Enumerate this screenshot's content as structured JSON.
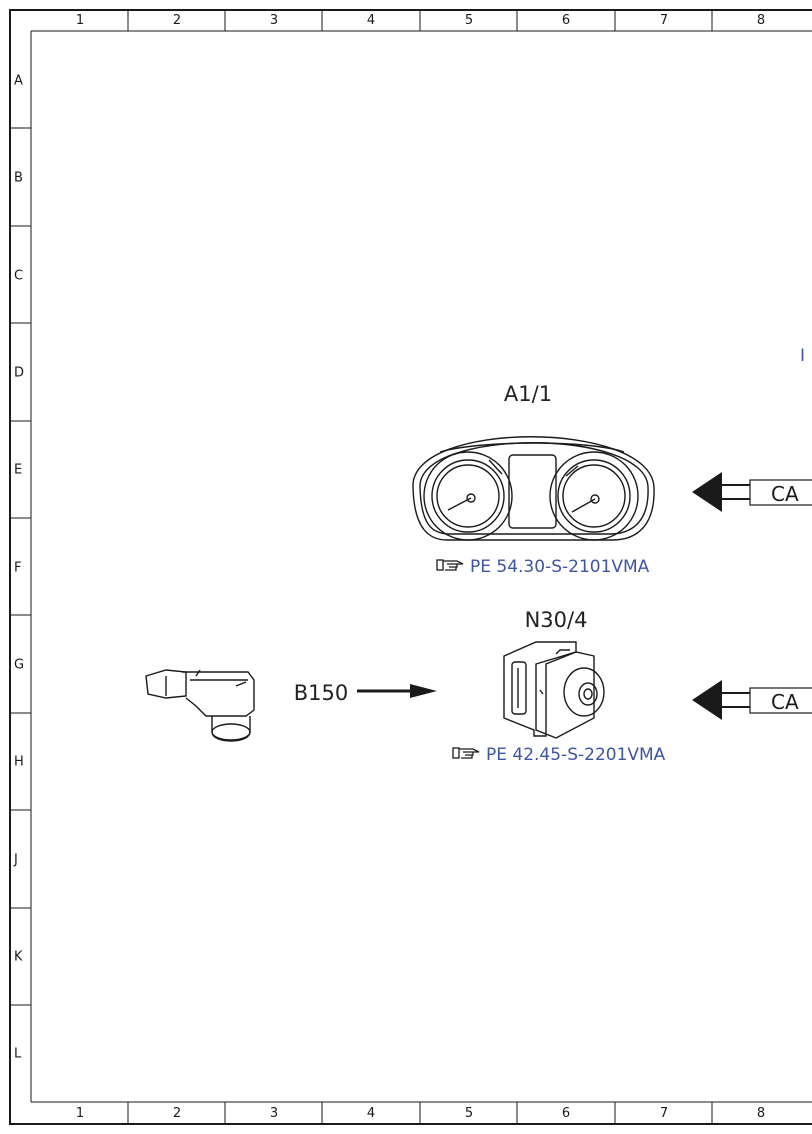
{
  "frame": {
    "columns": [
      "1",
      "2",
      "3",
      "4",
      "5",
      "6",
      "7",
      "8"
    ],
    "rows": [
      "A",
      "B",
      "C",
      "D",
      "E",
      "F",
      "G",
      "H",
      "J",
      "K",
      "L"
    ]
  },
  "components": {
    "instrument_cluster": {
      "id": "A1/1",
      "ref": "PE 54.30-S-2101VMA",
      "ref_icon": "pointing-hand-icon"
    },
    "control_unit": {
      "id": "N30/4",
      "ref": "PE 42.45-S-2201VMA",
      "ref_icon": "pointing-hand-icon"
    },
    "sensor": {
      "id": "B150"
    }
  },
  "buses": {
    "upper": "CA",
    "lower": "CA"
  },
  "truncated_marker": "I",
  "colors": {
    "line": "#1a1a1a",
    "reference": "#3d55a3"
  }
}
